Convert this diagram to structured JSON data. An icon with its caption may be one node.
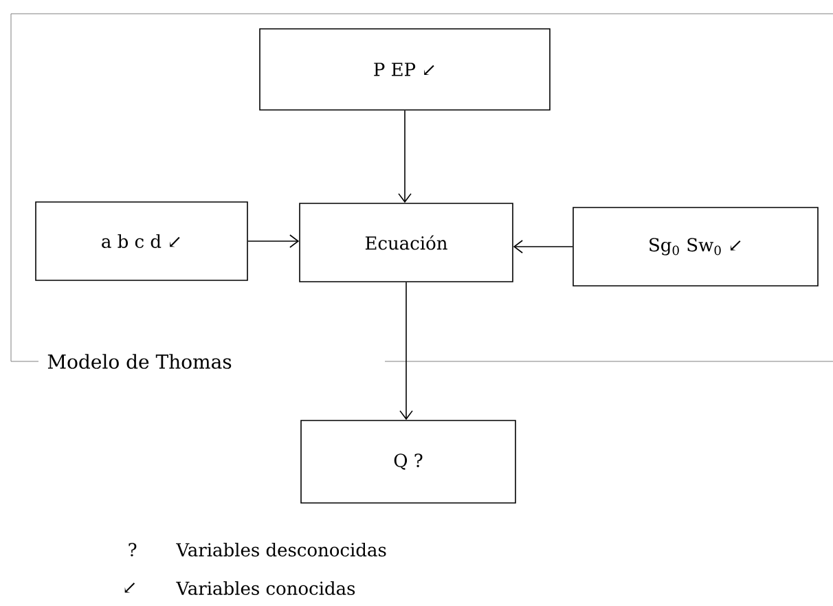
{
  "diagram": {
    "nodes": [
      {
        "text": [
          "Modelo de Thomas"
        ]
      },
      {
        "text": [
          "P EP ↙"
        ],
        "in": 0
      },
      {
        "text": [
          "a b c d ↙"
        ],
        "in": 0
      },
      {
        "text": [
          "Ecuación"
        ],
        "in": 0
      },
      {
        "text": [
          "Sg$_{0}$ Sw$_{0}$ ↙"
        ],
        "in": 0
      },
      {
        "text": [
          "Q ?"
        ]
      }
    ],
    "edges": [
      {
        "from": 1,
        "to": 3,
        "arrow": "to"
      },
      {
        "from": 2,
        "to": 3,
        "arrow": "to"
      },
      {
        "from": 4,
        "to": 3,
        "arrow": "to"
      },
      {
        "from": 3,
        "to": 5,
        "arrow": "to"
      }
    ],
    "labels": [
      "?",
      "Variables desconocidas",
      "↙",
      "Variables conocidas"
    ]
  }
}
